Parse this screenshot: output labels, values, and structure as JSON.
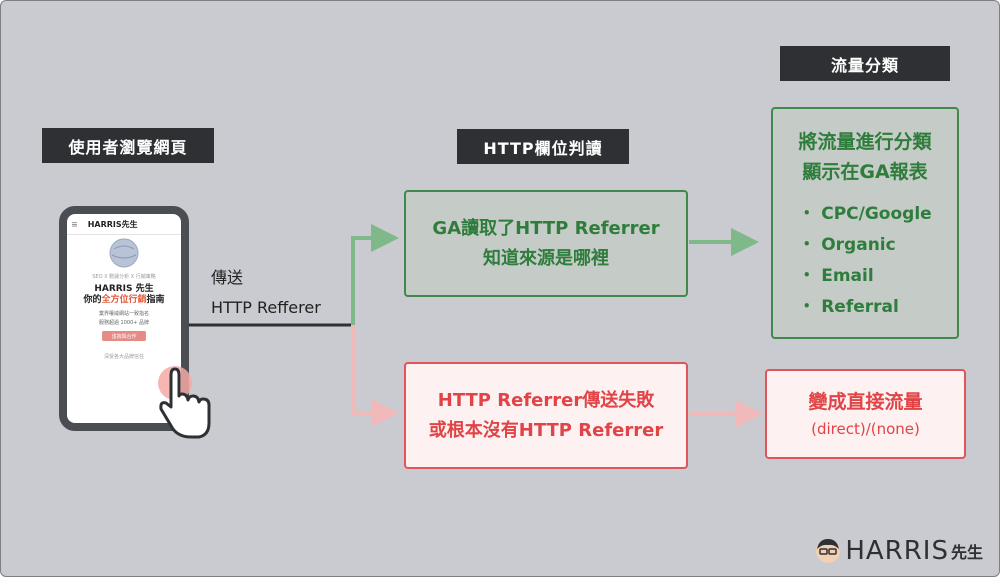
{
  "labels": {
    "user": "使用者瀏覽網頁",
    "http": "HTTP欄位判讀",
    "traffic": "流量分類"
  },
  "phone": {
    "brand": "HARRIS先生",
    "menu_icon": "≡",
    "tag": "SEO X 數據分析 X 行銷策略",
    "headline_1": "HARRIS 先生",
    "headline_2a": "你的",
    "headline_2b": "全方位行銷",
    "headline_2c": "指南",
    "desc_1": "業界權威網站一致指名",
    "desc_2": "服務超過 1000+ 品牌",
    "cta": "諮詢與合作",
    "footer": "深受各大品牌信任"
  },
  "send": {
    "line1": "傳送",
    "line2": "HTTP Refferer"
  },
  "success_box": {
    "line1": "GA讀取了HTTP Referrer",
    "line2": "知道來源是哪裡"
  },
  "fail_box": {
    "line1": "HTTP Referrer傳送失敗",
    "line2": "或根本沒有HTTP Referrer"
  },
  "classify_box": {
    "line1": "將流量進行分類",
    "line2": "顯示在GA報表",
    "items": [
      "CPC/Google",
      "Organic",
      "Email",
      "Referral"
    ]
  },
  "direct_box": {
    "line1": "變成直接流量",
    "line2": "(direct)/(none)"
  },
  "logo": {
    "text": "HARRIS",
    "suffix": "先生"
  },
  "colors": {
    "green": "#3f8a4a",
    "green_arrow": "#7fb889",
    "red": "#e0555a",
    "red_arrow": "#f1b9b9",
    "dark": "#2f3033"
  }
}
